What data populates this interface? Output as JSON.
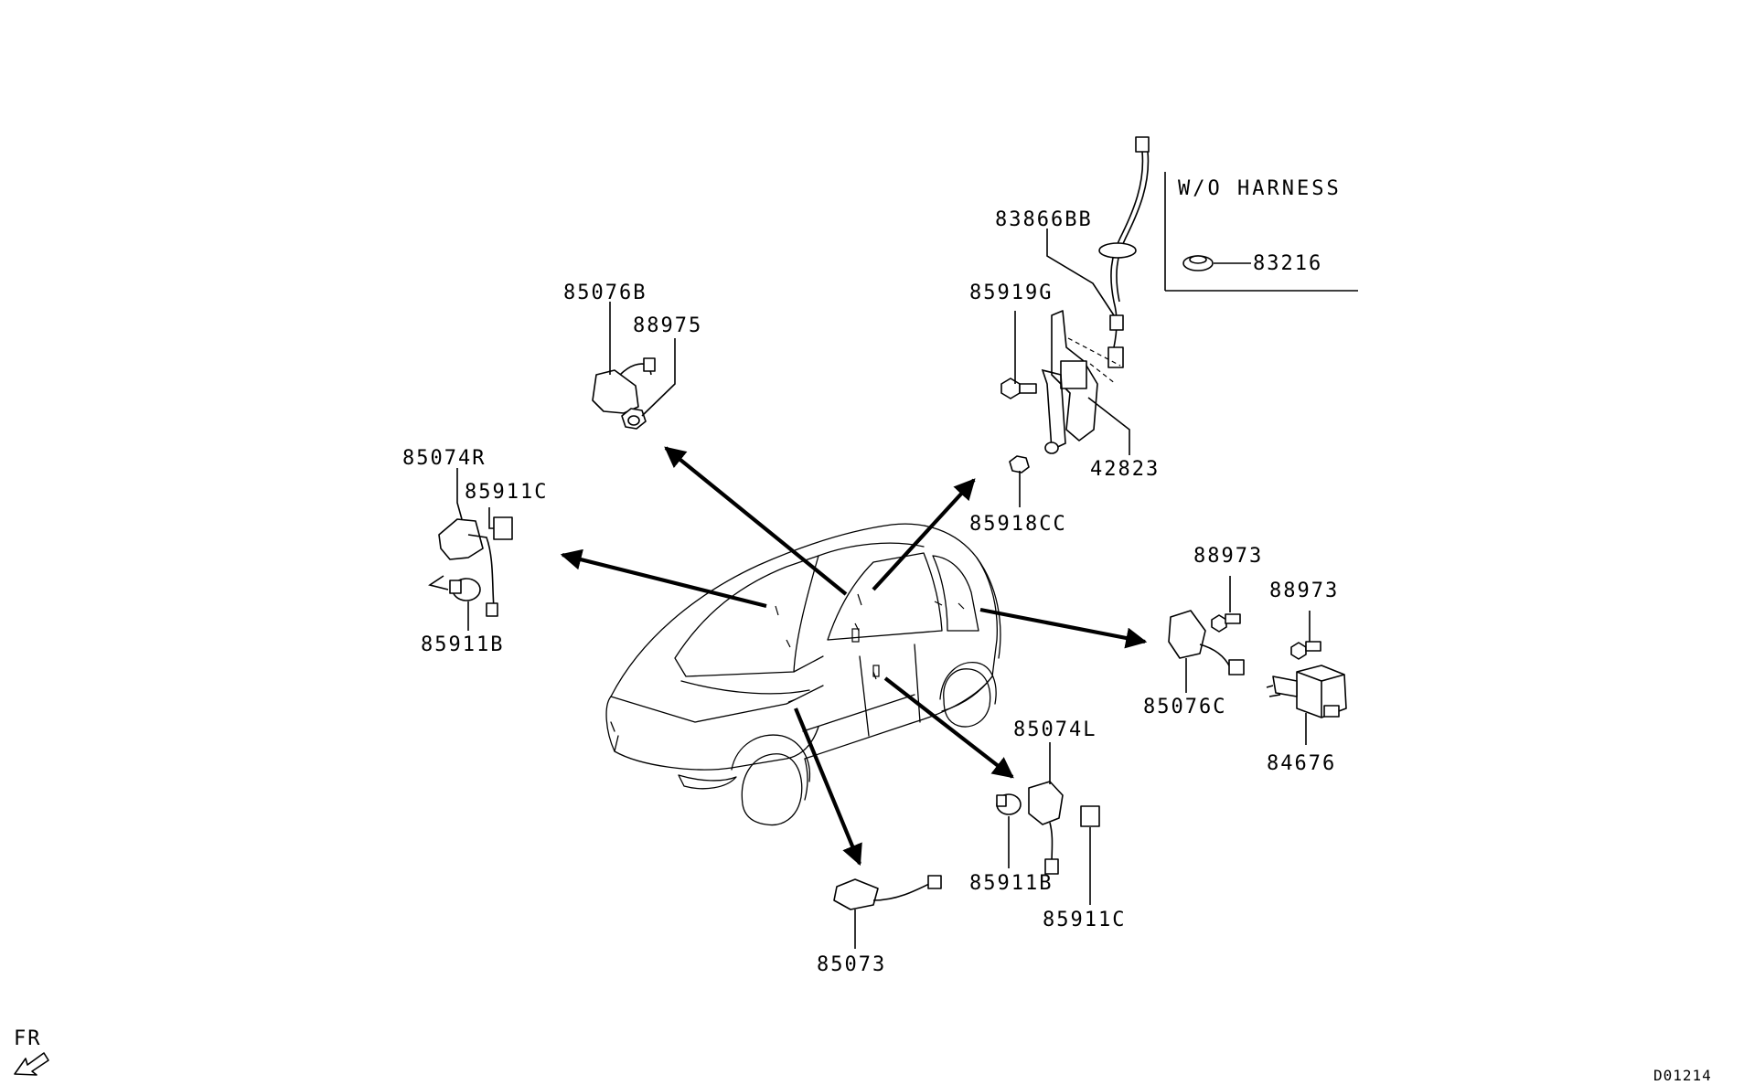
{
  "labels": {
    "p83866BB": "83866BB",
    "p83216": "83216",
    "p85919G": "85919G",
    "p42823": "42823",
    "p85918CC": "85918CC",
    "p85076B": "85076B",
    "p88975": "88975",
    "p85074R": "85074R",
    "p85911C_left": "85911C",
    "p85911B_left": "85911B",
    "p88973_a": "88973",
    "p88973_b": "88973",
    "p85076C": "85076C",
    "p84676": "84676",
    "p85074L": "85074L",
    "p85911B_right": "85911B",
    "p85911C_right": "85911C",
    "p85073": "85073"
  },
  "inset": {
    "title": "W/O HARNESS"
  },
  "direction": {
    "label": "FR"
  },
  "diagram_code": "D01214",
  "colors": {
    "ink": "#000000",
    "background": "#ffffff"
  }
}
